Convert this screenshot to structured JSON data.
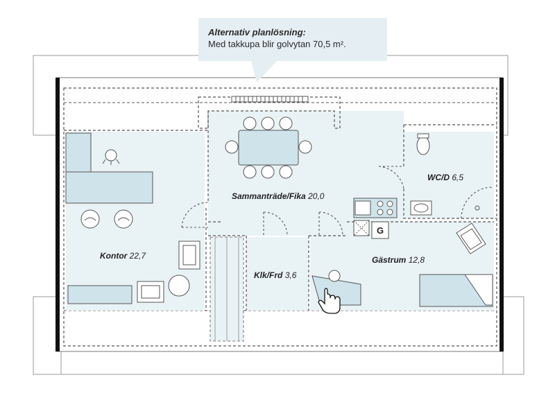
{
  "callout": {
    "title": "Alternativ planlösning:",
    "text": "Med takkupa blir golvytan 70,5 m²."
  },
  "rooms": {
    "sammantrade": {
      "name": "Sammanträde/Fika",
      "area": "20,0"
    },
    "wc": {
      "name": "WC/D",
      "area": "6,5"
    },
    "kontor": {
      "name": "Kontor",
      "area": "22,7"
    },
    "klk": {
      "name": "Klk/Frd",
      "area": "3,6"
    },
    "gastrum": {
      "name": "Gästrum",
      "area": "12,8"
    }
  },
  "symbols": {
    "g_label": "G"
  },
  "icons": [
    "chair-icon",
    "table-icon",
    "toilet-icon",
    "sink-icon",
    "stove-icon",
    "bed-icon",
    "desk-icon",
    "stair-icon",
    "hand-cursor-icon"
  ],
  "colors": {
    "floor": "#e9f2f5",
    "wall": "#111111",
    "dashed": "#555555",
    "callout_bg": "#e4eef3",
    "furniture": "#cfe3ea"
  }
}
